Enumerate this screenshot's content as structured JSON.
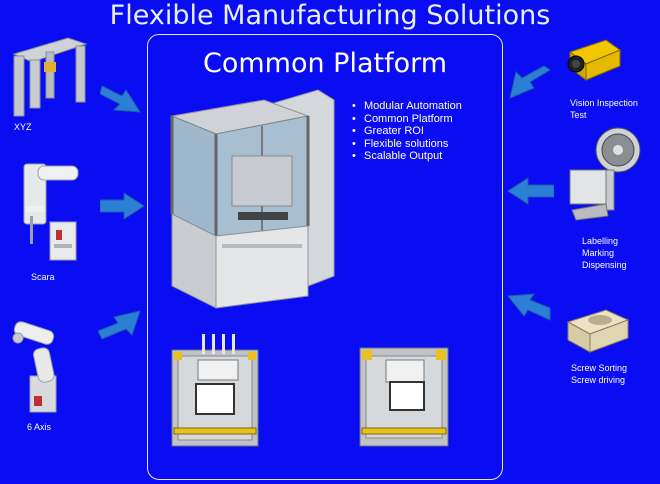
{
  "title": "Flexible Manufacturing Solutions",
  "platform": {
    "title": "Common Platform",
    "features": [
      "Modular Automation",
      "Common Platform",
      "Greater ROI",
      "Flexible solutions",
      "Scalable Output"
    ]
  },
  "left_modules": [
    {
      "label": "XYZ",
      "icon": "xyz-gantry-robot-icon"
    },
    {
      "label": "Scara",
      "icon": "scara-robot-icon"
    },
    {
      "label": "6 Axis",
      "icon": "six-axis-robot-icon"
    }
  ],
  "right_modules": [
    {
      "lines": [
        "Vision Inspection",
        "Test"
      ],
      "icon": "vision-camera-icon"
    },
    {
      "lines": [
        "Labelling",
        "Marking",
        "Dispensing"
      ],
      "icon": "label-dispenser-icon"
    },
    {
      "lines": [
        "Screw Sorting",
        "Screw driving"
      ],
      "icon": "screw-feeder-icon"
    }
  ],
  "colors": {
    "background": "#0a0cf2",
    "arrow": "#2b7fd4",
    "frame": "#b9bec6",
    "accent": "#e8c020"
  }
}
